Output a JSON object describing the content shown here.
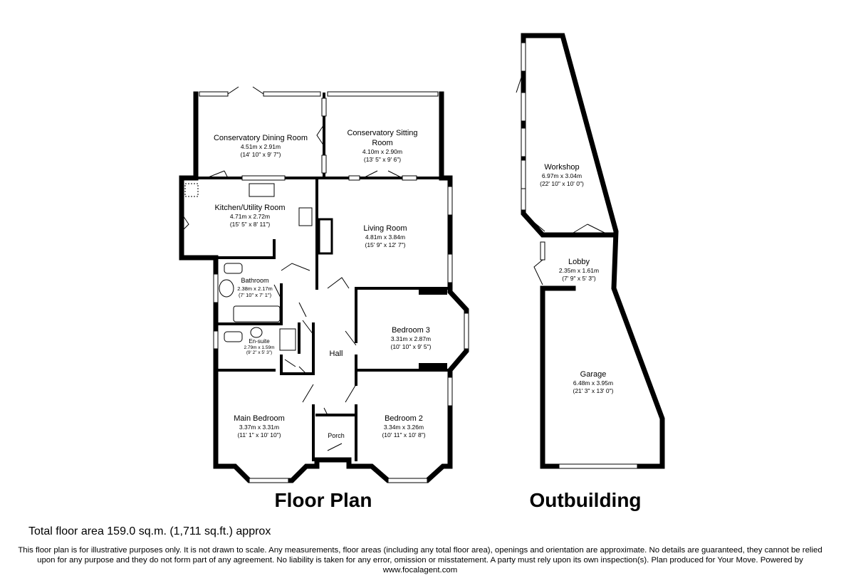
{
  "floor_plan": {
    "title": "Floor Plan",
    "rooms": [
      {
        "name": "Conservatory Dining Room",
        "metric": "4.51m x 2.91m",
        "imperial": "(14' 10\" x 9' 7\")"
      },
      {
        "name_line1": "Conservatory Sitting",
        "name_line2": "Room",
        "metric": "4.10m x 2.90m",
        "imperial": "(13' 5\" x 9' 6\")"
      },
      {
        "name": "Kitchen/Utility Room",
        "metric": "4.71m x 2.72m",
        "imperial": "(15' 5\" x 8' 11\")"
      },
      {
        "name": "Living Room",
        "metric": "4.81m x 3.84m",
        "imperial": "(15' 9\" x 12' 7\")"
      },
      {
        "name": "Bathroom",
        "metric": "2.38m x 2.17m",
        "imperial": "(7' 10\" x 7' 1\")"
      },
      {
        "name": "En-suite",
        "metric": "2.79m x 1.59m",
        "imperial": "(9' 2\" x 5' 3\")"
      },
      {
        "name": "Bedroom 3",
        "metric": "3.31m x 2.87m",
        "imperial": "(10' 10\" x 9' 5\")"
      },
      {
        "name": "Hall"
      },
      {
        "name": "Main Bedroom",
        "metric": "3.37m x 3.31m",
        "imperial": "(11' 1\" x 10' 10\")"
      },
      {
        "name": "Porch"
      },
      {
        "name": "Bedroom 2",
        "metric": "3.34m x 3.26m",
        "imperial": "(10' 11\" x 10' 8\")"
      }
    ]
  },
  "outbuilding": {
    "title": "Outbuilding",
    "rooms": [
      {
        "name": "Workshop",
        "metric": "6.97m x 3.04m",
        "imperial": "(22' 10\" x 10' 0\")"
      },
      {
        "name": "Lobby",
        "metric": "2.35m x 1.61m",
        "imperial": "(7' 9\" x 5' 3\")"
      },
      {
        "name": "Garage",
        "metric": "6.48m x 3.95m",
        "imperial": "(21' 3\" x 13' 0\")"
      }
    ]
  },
  "total_area": "Total floor area 159.0 sq.m. (1,711 sq.ft.) approx",
  "disclaimer": "This floor plan is for illustrative purposes only. It is not drawn to scale. Any measurements, floor areas (including any total floor area), openings and orientation are approximate. No details are guaranteed, they cannot be relied upon for any purpose and they do not form part of any agreement. No liability is taken for any error, omission or misstatement. A party must rely upon its own inspection(s).  Plan produced for Your Move. Powered by www.focalagent.com",
  "colors": {
    "wall": "#000000",
    "window": "#ffffff",
    "background": "#ffffff"
  }
}
